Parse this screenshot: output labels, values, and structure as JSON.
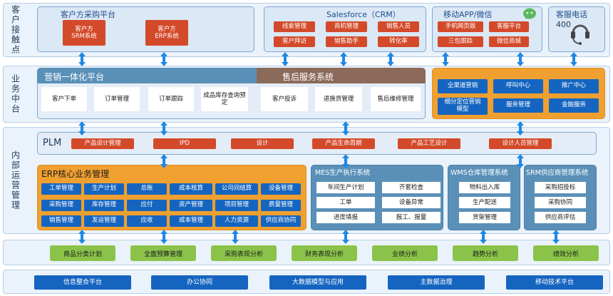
{
  "side_labels": {
    "touchpoints": "客户接触点",
    "midplatform": "业务中台",
    "operations": "内部运营管理"
  },
  "touch": {
    "procurement_title": "客户方采购平台",
    "procurement_items": [
      "客户方\nSRM系统",
      "客户方\nERP系统"
    ],
    "salesforce_title": "Salesforce（CRM）",
    "salesforce_items": [
      "线索管理",
      "商机管理",
      "销售人员",
      "客户拜访",
      "销售助手",
      "转化率"
    ],
    "app_title": "移动APP/微信",
    "app_items": [
      "手机网页版",
      "客服平台",
      "三包跟踪",
      "微信商城"
    ],
    "hotline_title": "客服电话",
    "hotline_number": "400"
  },
  "mid": {
    "marketing_title": "营销一体化平台",
    "marketing_items": [
      "客户下单",
      "订单管理",
      "订单跟踪",
      "成品库存查询预定"
    ],
    "aftersales_title": "售后服务系统",
    "aftersales_items": [
      "客户投诉",
      "退换货管理",
      "售后维修管理"
    ],
    "channel_items": [
      "全渠道营销",
      "呼叫中心",
      "推广中心",
      "细分定位营销模型",
      "服务管理",
      "金融服务"
    ]
  },
  "plm": {
    "title": "PLM",
    "items": [
      "产品设计管理",
      "IPD",
      "设计",
      "产品生命周期",
      "产品工艺设计",
      "设计人员管理"
    ]
  },
  "erp": {
    "title": "ERP核心业务管理",
    "items": [
      "工单管理",
      "生产计划",
      "总账",
      "成本核算",
      "公司间结算",
      "设备管理",
      "采购管理",
      "库存管理",
      "应付",
      "资产管理",
      "项目管理",
      "质量管理",
      "销售管理",
      "发运管理",
      "应收",
      "成本管理",
      "人力资源",
      "供应商协同"
    ]
  },
  "mes": {
    "title": "MES生产执行系统",
    "items": [
      "车间生产计划",
      "齐套检查",
      "工单",
      "设备异常",
      "进度填报",
      "报工、报量"
    ]
  },
  "wms": {
    "title": "WMS仓库管理系统",
    "items": [
      "物料出入库",
      "生产配送",
      "货架管理"
    ]
  },
  "srm": {
    "title": "SRM供应商管理系统",
    "items": [
      "采购招投标",
      "采购协同",
      "供应商评估"
    ]
  },
  "analysis": {
    "items": [
      "商品分类计划",
      "全面预算管理",
      "采购表现分析",
      "财务表现分析",
      "业绩分析",
      "趋势分析",
      "绩效分析"
    ]
  },
  "infra": {
    "items": [
      "信息整合平台",
      "办公协同",
      "大数据模型与应用",
      "主数据治理",
      "移动技术平台"
    ]
  },
  "colors": {
    "red": "#d34a2a",
    "blue": "#1565c0",
    "green": "#8bc34a",
    "orange": "#f0a030",
    "teal_header": "#5a90b8",
    "brown_header": "#8b6a5a"
  },
  "icons": [
    "wechat-icon",
    "headset-icon",
    "double-arrow-icon"
  ]
}
